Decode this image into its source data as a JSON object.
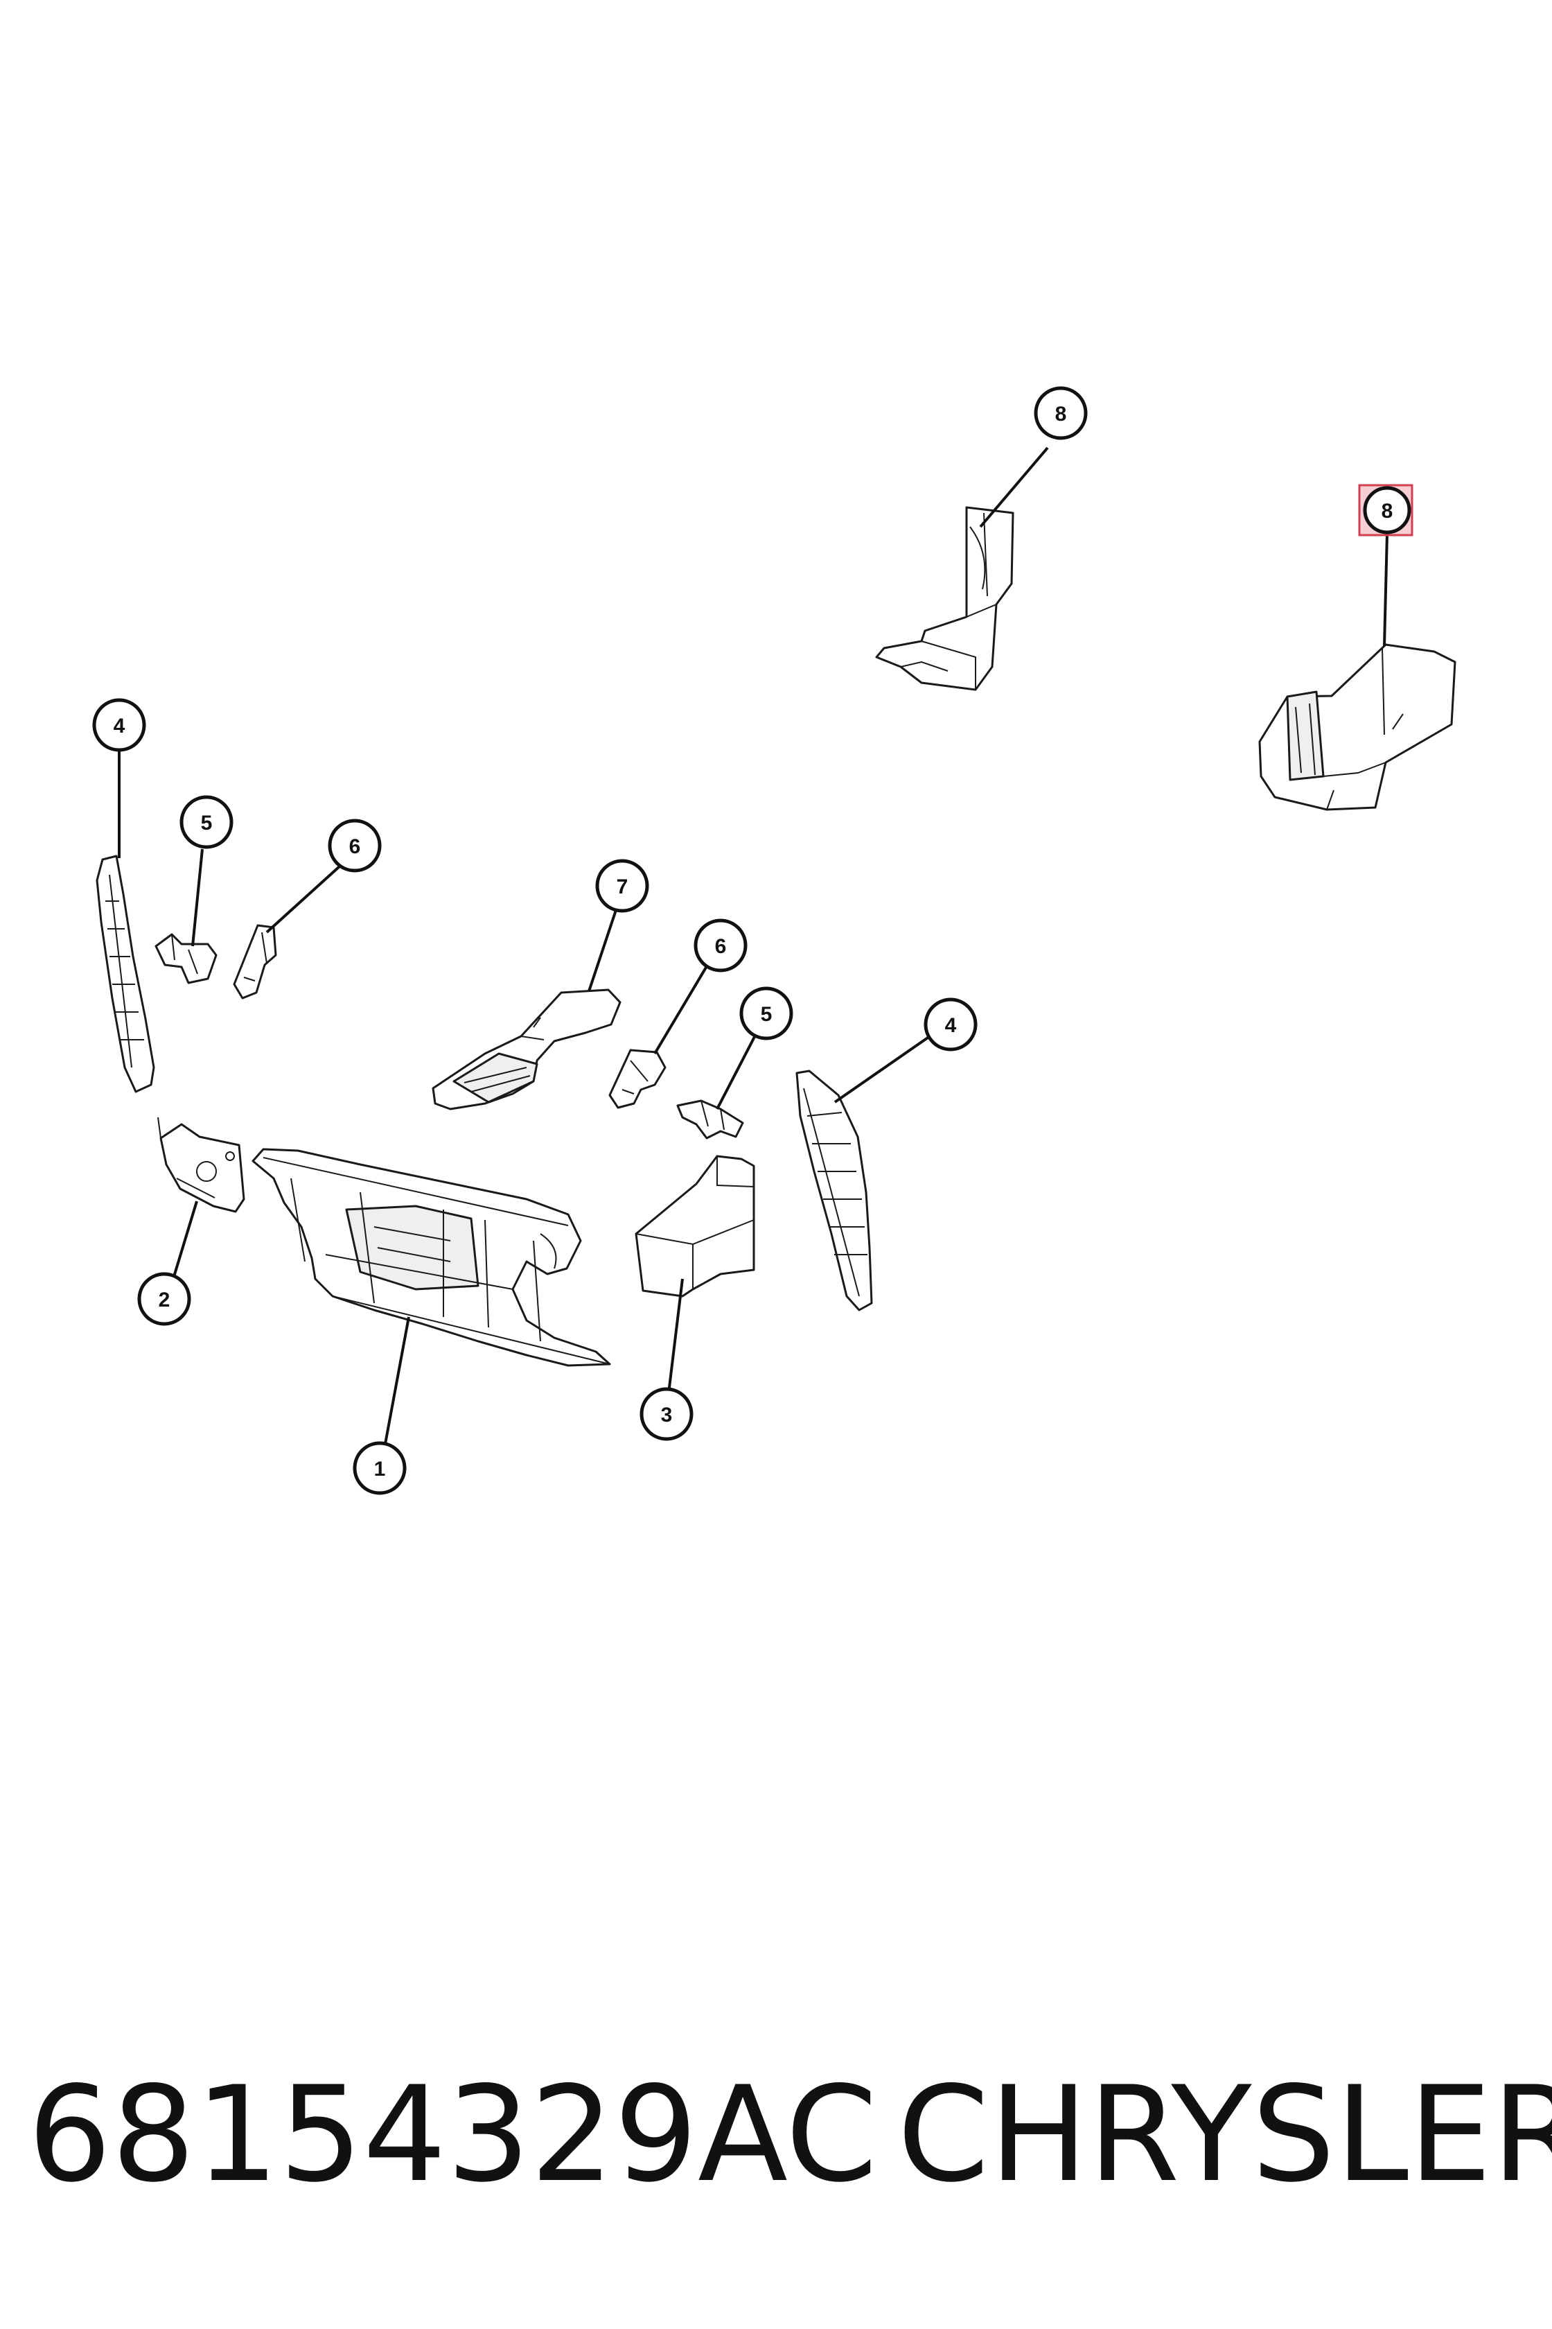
{
  "callouts": {
    "c1": "1",
    "c2": "2",
    "c3": "3",
    "c4a": "4",
    "c4b": "4",
    "c5a": "5",
    "c5b": "5",
    "c6a": "6",
    "c6b": "6",
    "c7": "7",
    "c8a": "8",
    "c8b": "8"
  },
  "highlighted_callout": "8",
  "footer": {
    "part_number": "68154329AC",
    "brand": "CHRYSLER"
  },
  "colors": {
    "line": "#111111",
    "highlight": "#d04050"
  }
}
